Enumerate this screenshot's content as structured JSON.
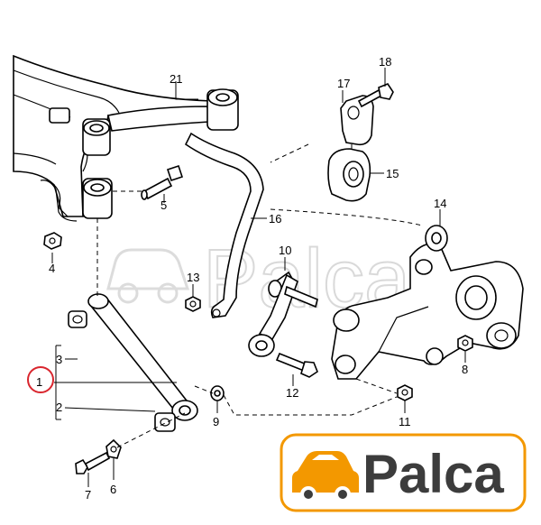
{
  "diagram": {
    "callouts": [
      {
        "id": "1",
        "label": "1"
      },
      {
        "id": "2",
        "label": "2"
      },
      {
        "id": "3",
        "label": "3"
      },
      {
        "id": "4",
        "label": "4"
      },
      {
        "id": "5",
        "label": "5"
      },
      {
        "id": "6",
        "label": "6"
      },
      {
        "id": "7",
        "label": "7"
      },
      {
        "id": "8",
        "label": "8"
      },
      {
        "id": "9",
        "label": "9"
      },
      {
        "id": "10",
        "label": "10"
      },
      {
        "id": "11",
        "label": "11"
      },
      {
        "id": "12",
        "label": "12"
      },
      {
        "id": "13",
        "label": "13"
      },
      {
        "id": "14",
        "label": "14"
      },
      {
        "id": "15",
        "label": "15"
      },
      {
        "id": "16",
        "label": "16"
      },
      {
        "id": "17",
        "label": "17"
      },
      {
        "id": "18",
        "label": "18"
      },
      {
        "id": "21",
        "label": "21"
      }
    ],
    "highlight_color": "#d9262e"
  },
  "watermark": {
    "text": "Palca"
  },
  "logo": {
    "text": "Palca",
    "accent_color": "#f39800",
    "text_color": "#3c3c3c"
  }
}
